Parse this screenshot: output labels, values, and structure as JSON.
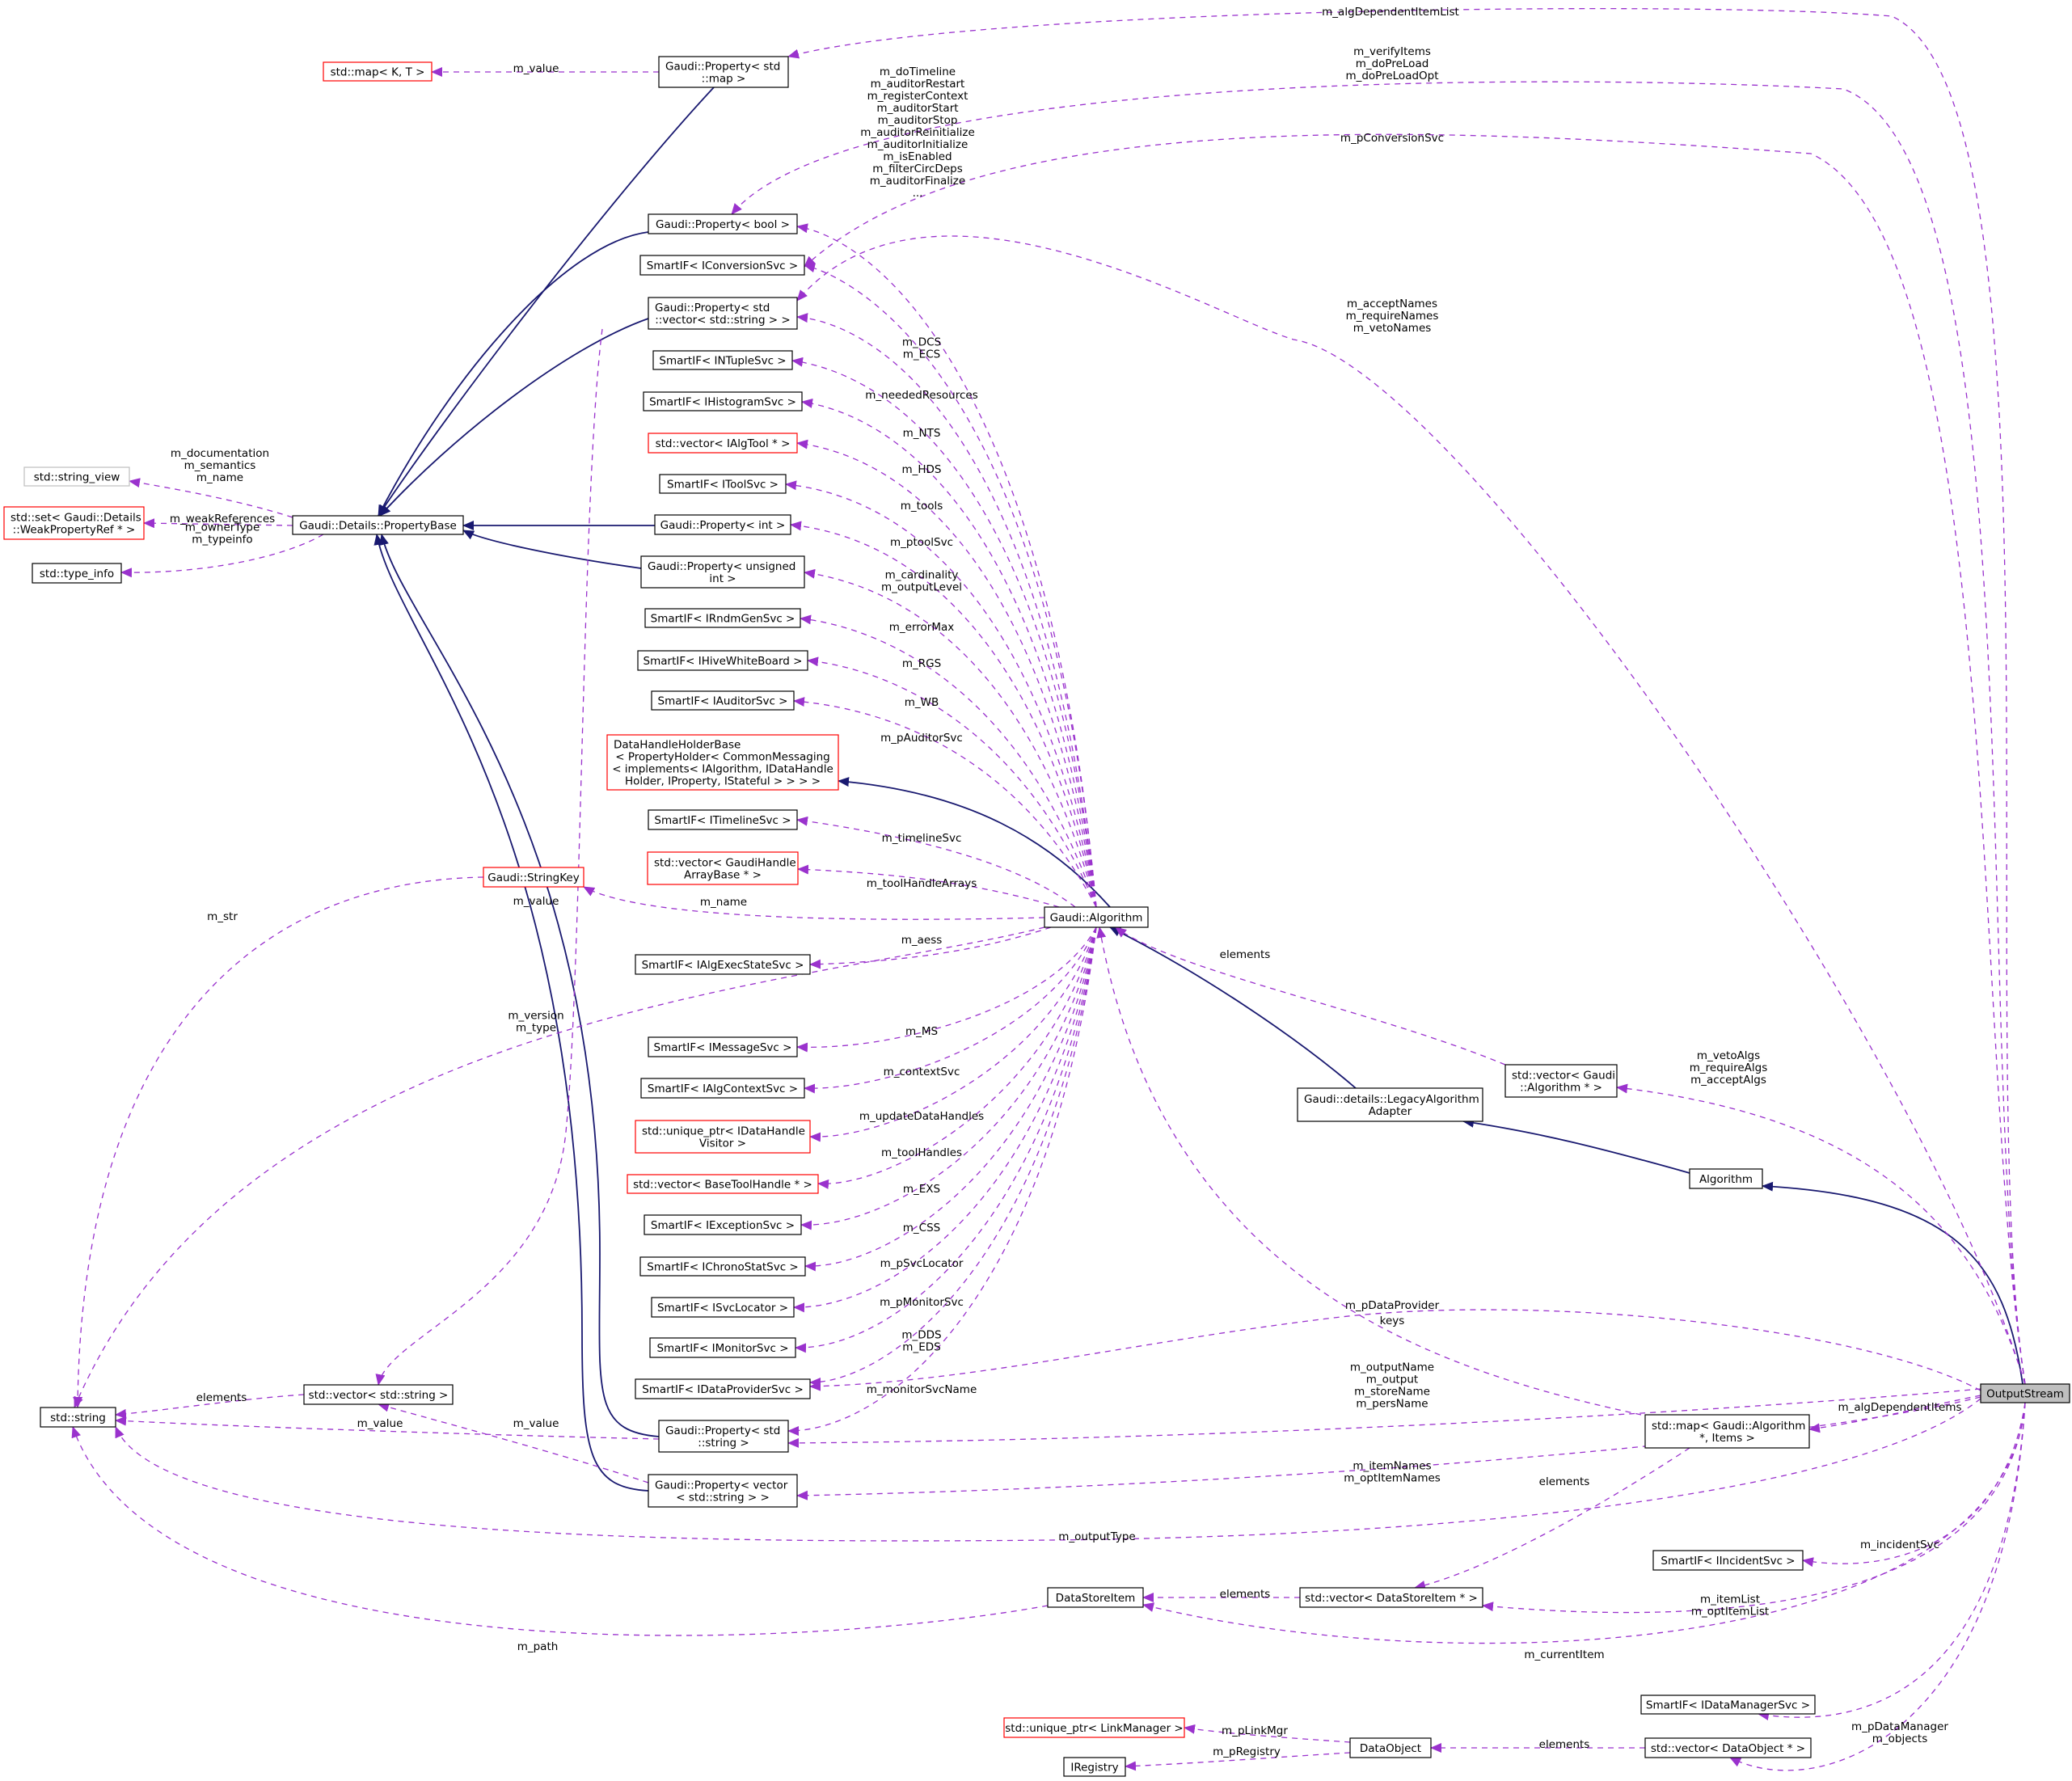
{
  "colors": {
    "inherit_edge": "#191970",
    "usage_edge": "#9a32cd",
    "node_border": "#000000",
    "node_border_incomplete": "#ff0000",
    "node_border_external": "#bfbfbf",
    "focus_fill": "#bfbfbf"
  },
  "nodes": [
    {
      "id": "outputstream",
      "lines": [
        "OutputStream"
      ],
      "kind": "focus"
    },
    {
      "id": "algorithm",
      "lines": [
        "Algorithm"
      ],
      "kind": "normal"
    },
    {
      "id": "legacy",
      "lines": [
        "Gaudi::details::LegacyAlgorithm",
        "Adapter"
      ],
      "kind": "normal"
    },
    {
      "id": "gaudialg",
      "lines": [
        "Gaudi::Algorithm"
      ],
      "kind": "normal"
    },
    {
      "id": "prop_map",
      "lines": [
        "Gaudi::Property< std",
        "::map >"
      ],
      "kind": "normal"
    },
    {
      "id": "std_map_kt",
      "lines": [
        "std::map< K, T >"
      ],
      "kind": "incomplete"
    },
    {
      "id": "prop_bool",
      "lines": [
        "Gaudi::Property< bool >"
      ],
      "kind": "normal"
    },
    {
      "id": "sif_conv",
      "lines": [
        "SmartIF< IConversionSvc >"
      ],
      "kind": "normal"
    },
    {
      "id": "prop_vecstr",
      "lines": [
        "Gaudi::Property< std",
        "::vector< std::string > >"
      ],
      "kind": "normal"
    },
    {
      "id": "sif_ntuple",
      "lines": [
        "SmartIF< INTupleSvc >"
      ],
      "kind": "normal"
    },
    {
      "id": "sif_hist",
      "lines": [
        "SmartIF< IHistogramSvc >"
      ],
      "kind": "normal"
    },
    {
      "id": "vec_algtool",
      "lines": [
        "std::vector< IAlgTool * >"
      ],
      "kind": "incomplete"
    },
    {
      "id": "sif_tool",
      "lines": [
        "SmartIF< IToolSvc >"
      ],
      "kind": "normal"
    },
    {
      "id": "prop_int",
      "lines": [
        "Gaudi::Property< int >"
      ],
      "kind": "normal"
    },
    {
      "id": "prop_uint",
      "lines": [
        "Gaudi::Property< unsigned",
        "int >"
      ],
      "kind": "normal"
    },
    {
      "id": "sif_rndm",
      "lines": [
        "SmartIF< IRndmGenSvc >"
      ],
      "kind": "normal"
    },
    {
      "id": "sif_hive",
      "lines": [
        "SmartIF< IHiveWhiteBoard >"
      ],
      "kind": "normal"
    },
    {
      "id": "sif_aud",
      "lines": [
        "SmartIF< IAuditorSvc >"
      ],
      "kind": "normal"
    },
    {
      "id": "dhhb",
      "lines": [
        "DataHandleHolderBase",
        "< PropertyHolder< CommonMessaging",
        "< implements< IAlgorithm, IDataHandle",
        "Holder, IProperty, IStateful > > > >"
      ],
      "kind": "incomplete"
    },
    {
      "id": "sif_timeline",
      "lines": [
        "SmartIF< ITimelineSvc >"
      ],
      "kind": "normal"
    },
    {
      "id": "vec_gha",
      "lines": [
        "std::vector< GaudiHandle",
        "ArrayBase * >"
      ],
      "kind": "incomplete"
    },
    {
      "id": "stringkey",
      "lines": [
        "Gaudi::StringKey"
      ],
      "kind": "incomplete"
    },
    {
      "id": "sif_aess",
      "lines": [
        "SmartIF< IAlgExecStateSvc >"
      ],
      "kind": "normal"
    },
    {
      "id": "sif_msg",
      "lines": [
        "SmartIF< IMessageSvc >"
      ],
      "kind": "normal"
    },
    {
      "id": "sif_ctx",
      "lines": [
        "SmartIF< IAlgContextSvc >"
      ],
      "kind": "normal"
    },
    {
      "id": "uptr_dhv",
      "lines": [
        "std::unique_ptr< IDataHandle",
        "Visitor >"
      ],
      "kind": "incomplete"
    },
    {
      "id": "vec_bth",
      "lines": [
        "std::vector< BaseToolHandle * >"
      ],
      "kind": "incomplete"
    },
    {
      "id": "sif_exc",
      "lines": [
        "SmartIF< IExceptionSvc >"
      ],
      "kind": "normal"
    },
    {
      "id": "sif_chrono",
      "lines": [
        "SmartIF< IChronoStatSvc >"
      ],
      "kind": "normal"
    },
    {
      "id": "sif_svcloc",
      "lines": [
        "SmartIF< ISvcLocator >"
      ],
      "kind": "normal"
    },
    {
      "id": "sif_mon",
      "lines": [
        "SmartIF< IMonitorSvc >"
      ],
      "kind": "normal"
    },
    {
      "id": "sif_dp",
      "lines": [
        "SmartIF< IDataProviderSvc >"
      ],
      "kind": "normal"
    },
    {
      "id": "prop_string",
      "lines": [
        "Gaudi::Property< std",
        "::string >"
      ],
      "kind": "normal"
    },
    {
      "id": "prop_vector",
      "lines": [
        "Gaudi::Property< vector",
        "< std::string > >"
      ],
      "kind": "normal"
    },
    {
      "id": "vec_string",
      "lines": [
        "std::vector< std::string >"
      ],
      "kind": "normal"
    },
    {
      "id": "std_string",
      "lines": [
        "std::string"
      ],
      "kind": "normal"
    },
    {
      "id": "propbase",
      "lines": [
        "Gaudi::Details::PropertyBase"
      ],
      "kind": "normal"
    },
    {
      "id": "string_view",
      "lines": [
        "std::string_view"
      ],
      "kind": "external"
    },
    {
      "id": "set_wpr",
      "lines": [
        "std::set< Gaudi::Details",
        "::WeakPropertyRef * >"
      ],
      "kind": "incomplete"
    },
    {
      "id": "type_info",
      "lines": [
        "std::type_info"
      ],
      "kind": "normal"
    },
    {
      "id": "vec_galg",
      "lines": [
        "std::vector< Gaudi",
        "::Algorithm * >"
      ],
      "kind": "normal"
    },
    {
      "id": "map_galg",
      "lines": [
        "std::map< Gaudi::Algorithm",
        "*, Items >"
      ],
      "kind": "normal"
    },
    {
      "id": "sif_incident",
      "lines": [
        "SmartIF< IIncidentSvc >"
      ],
      "kind": "normal"
    },
    {
      "id": "vec_dsi",
      "lines": [
        "std::vector< DataStoreItem * >"
      ],
      "kind": "normal"
    },
    {
      "id": "datastoreitem",
      "lines": [
        "DataStoreItem"
      ],
      "kind": "normal"
    },
    {
      "id": "sif_dm",
      "lines": [
        "SmartIF< IDataManagerSvc >"
      ],
      "kind": "normal"
    },
    {
      "id": "uptr_lm",
      "lines": [
        "std::unique_ptr< LinkManager >"
      ],
      "kind": "incomplete"
    },
    {
      "id": "iregistry",
      "lines": [
        "IRegistry"
      ],
      "kind": "normal"
    },
    {
      "id": "dataobject",
      "lines": [
        "DataObject"
      ],
      "kind": "normal"
    },
    {
      "id": "vec_dobj",
      "lines": [
        "std::vector< DataObject * >"
      ],
      "kind": "normal"
    }
  ],
  "edge_labels": [
    {
      "id": "m_algDependentItemList",
      "lines": [
        "m_algDependentItemList"
      ]
    },
    {
      "id": "verify",
      "lines": [
        "m_verifyItems",
        "m_doPreLoad",
        "m_doPreLoadOpt"
      ]
    },
    {
      "id": "pconv",
      "lines": [
        "m_pConversionSvc"
      ]
    },
    {
      "id": "m_value_map",
      "lines": [
        "m_value"
      ]
    },
    {
      "id": "dotimeline",
      "lines": [
        "m_doTimeline",
        "m_auditorRestart",
        "m_registerContext",
        "m_auditorStart",
        "m_auditorStop",
        "m_auditorReinitialize",
        "m_auditorInitialize",
        "m_isEnabled",
        "m_filterCircDeps",
        "m_auditorFinalize",
        "..."
      ]
    },
    {
      "id": "accept",
      "lines": [
        "m_acceptNames",
        "m_requireNames",
        "m_vetoNames"
      ]
    },
    {
      "id": "dcs",
      "lines": [
        "m_DCS",
        "m_ECS"
      ]
    },
    {
      "id": "needed",
      "lines": [
        "m_neededResources"
      ]
    },
    {
      "id": "nts",
      "lines": [
        "m_NTS"
      ]
    },
    {
      "id": "hds",
      "lines": [
        "m_HDS"
      ]
    },
    {
      "id": "tools",
      "lines": [
        "m_tools"
      ]
    },
    {
      "id": "ptoolsvc",
      "lines": [
        "m_ptoolSvc"
      ]
    },
    {
      "id": "cardinality",
      "lines": [
        "m_cardinality",
        "m_outputLevel"
      ]
    },
    {
      "id": "errormax",
      "lines": [
        "m_errorMax"
      ]
    },
    {
      "id": "rgs",
      "lines": [
        "m_RGS"
      ]
    },
    {
      "id": "wb",
      "lines": [
        "m_WB"
      ]
    },
    {
      "id": "paud",
      "lines": [
        "m_pAuditorSvc"
      ]
    },
    {
      "id": "timelinesvc",
      "lines": [
        "m_timelineSvc"
      ]
    },
    {
      "id": "toolharr",
      "lines": [
        "m_toolHandleArrays"
      ]
    },
    {
      "id": "mname",
      "lines": [
        "m_name"
      ]
    },
    {
      "id": "aess",
      "lines": [
        "m_aess"
      ]
    },
    {
      "id": "ms",
      "lines": [
        "m_MS"
      ]
    },
    {
      "id": "ctxsvc",
      "lines": [
        "m_contextSvc"
      ]
    },
    {
      "id": "updh",
      "lines": [
        "m_updateDataHandles"
      ]
    },
    {
      "id": "toolh",
      "lines": [
        "m_toolHandles"
      ]
    },
    {
      "id": "exs",
      "lines": [
        "m_EXS"
      ]
    },
    {
      "id": "css",
      "lines": [
        "m_CSS"
      ]
    },
    {
      "id": "psvcloc",
      "lines": [
        "m_pSvcLocator"
      ]
    },
    {
      "id": "pmon",
      "lines": [
        "m_pMonitorSvc"
      ]
    },
    {
      "id": "dds",
      "lines": [
        "m_DDS",
        "m_EDS"
      ]
    },
    {
      "id": "monsvcname",
      "lines": [
        "m_monitorSvcName"
      ]
    },
    {
      "id": "pdataprov",
      "lines": [
        "m_pDataProvider"
      ]
    },
    {
      "id": "keys",
      "lines": [
        "keys"
      ]
    },
    {
      "id": "outputname",
      "lines": [
        "m_outputName",
        "m_output",
        "m_storeName",
        "m_persName"
      ]
    },
    {
      "id": "algdepitems",
      "lines": [
        "m_algDependentItems"
      ]
    },
    {
      "id": "itemnames",
      "lines": [
        "m_itemNames",
        "m_optItemNames"
      ]
    },
    {
      "id": "elements_map",
      "lines": [
        "elements"
      ]
    },
    {
      "id": "outputtype",
      "lines": [
        "m_outputType"
      ]
    },
    {
      "id": "incidentsvc",
      "lines": [
        "m_incidentSvc"
      ]
    },
    {
      "id": "elements_dsi",
      "lines": [
        "elements"
      ]
    },
    {
      "id": "itemlist",
      "lines": [
        "m_itemList",
        "m_optItemList"
      ]
    },
    {
      "id": "curitem",
      "lines": [
        "m_currentItem"
      ]
    },
    {
      "id": "mpath",
      "lines": [
        "m_path"
      ]
    },
    {
      "id": "pdm",
      "lines": [
        "m_pDataManager"
      ]
    },
    {
      "id": "objects",
      "lines": [
        "m_objects"
      ]
    },
    {
      "id": "elements_dobj",
      "lines": [
        "elements"
      ]
    },
    {
      "id": "plinkmgr",
      "lines": [
        "m_pLinkMgr"
      ]
    },
    {
      "id": "pregistry",
      "lines": [
        "m_pRegistry"
      ]
    },
    {
      "id": "vetoalgs",
      "lines": [
        "m_vetoAlgs",
        "m_requireAlgs",
        "m_acceptAlgs"
      ]
    },
    {
      "id": "elements_galg",
      "lines": [
        "elements"
      ]
    },
    {
      "id": "mstr",
      "lines": [
        "m_str"
      ]
    },
    {
      "id": "m_value_vs",
      "lines": [
        "m_value"
      ]
    },
    {
      "id": "version",
      "lines": [
        "m_version",
        "m_type"
      ]
    },
    {
      "id": "elements_vs",
      "lines": [
        "elements"
      ]
    },
    {
      "id": "m_value_ps",
      "lines": [
        "m_value"
      ]
    },
    {
      "id": "m_value_pv",
      "lines": [
        "m_value"
      ]
    },
    {
      "id": "docsem",
      "lines": [
        "m_documentation",
        "m_semantics",
        "m_name"
      ]
    },
    {
      "id": "weakrefs",
      "lines": [
        "m_weakReferences"
      ]
    },
    {
      "id": "ownertype",
      "lines": [
        "m_ownerType",
        "m_typeinfo"
      ]
    }
  ]
}
